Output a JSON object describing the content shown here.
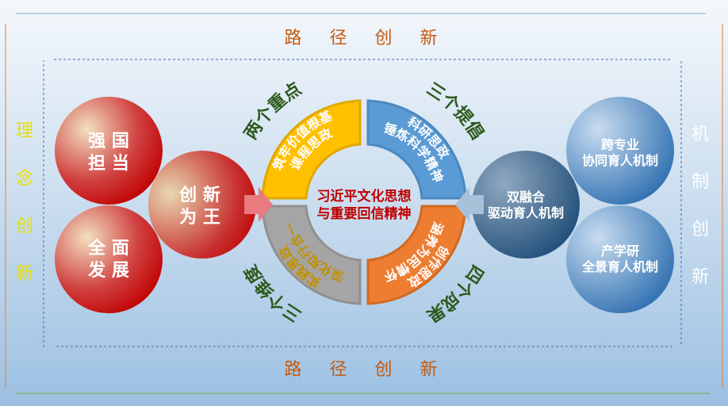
{
  "top_title": "路 径 创 新",
  "bottom_title": "路 径 创 新",
  "left_side": [
    "理",
    "念",
    "创",
    "新"
  ],
  "right_side": [
    "机",
    "制",
    "创",
    "新"
  ],
  "left_circles": {
    "c1": [
      "强 国",
      "担 当"
    ],
    "c2": [
      "全 面",
      "发 展"
    ],
    "c3": [
      "创 新",
      "为 王"
    ]
  },
  "right_circles": {
    "c1": [
      "双融合",
      "驱动育人机制"
    ],
    "c2": [
      "跨专业",
      "协同育人机制"
    ],
    "c3": [
      "产学研",
      "全景育人机制"
    ]
  },
  "center": [
    "习近平文化思想",
    "与重要回信精神"
  ],
  "quadrants": {
    "yellow": {
      "label": "两个重点",
      "lines": [
        "课程思政",
        "筑牢价值根基"
      ]
    },
    "blue": {
      "label": "三个提倡",
      "lines": [
        "科研思政",
        "锤炼科学精神"
      ]
    },
    "gray": {
      "label": "三个维度",
      "lines": [
        "实践思政",
        "深化知行合一"
      ]
    },
    "orange": {
      "label": "四个成果",
      "lines": [
        "创作思政",
        "涵养为民情怀"
      ]
    }
  },
  "colors": {
    "yellow": "#ffc000",
    "blue": "#5b9bd5",
    "gray": "#a5a5a5",
    "orange": "#ed7d31",
    "label": "#2e5a1e",
    "title": "#c55a11"
  }
}
